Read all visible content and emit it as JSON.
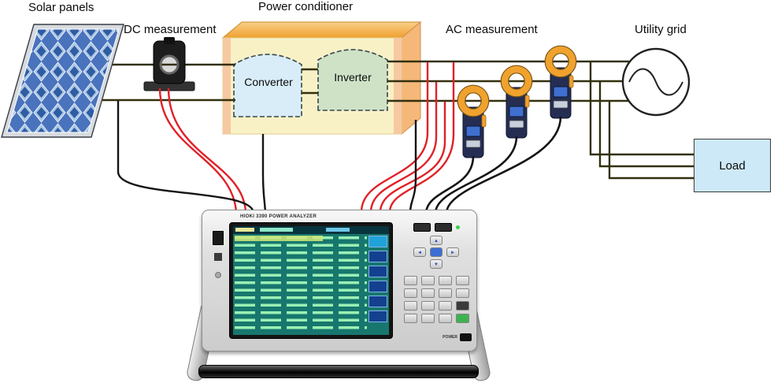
{
  "diagram": {
    "labels": {
      "solar_panels": "Solar panels",
      "dc_measurement": "DC measurement",
      "power_conditioner": "Power conditioner",
      "converter": "Converter",
      "inverter": "Inverter",
      "ac_measurement": "AC measurement",
      "utility_grid": "Utility grid",
      "load": "Load"
    },
    "colors": {
      "bus_wire": "#32300e",
      "probe_red": "#e02127",
      "probe_black": "#141414",
      "conditioner_top": "#f0a32e",
      "conditioner_front": "#f9f1c6",
      "converter_fill": "#d9edf8",
      "inverter_fill": "#cfe2c6",
      "clamp_orange": "#f0a22e",
      "clamp_body": "#252e52",
      "load_fill": "#cde9f7",
      "screen_teal": "#17776e"
    }
  },
  "analyzer": {
    "brand": "HIOKI 3390 POWER ANALYZER",
    "power_label": "POWER",
    "dpad": {
      "up": "▲",
      "down": "▼",
      "left": "◄",
      "right": "►"
    }
  }
}
